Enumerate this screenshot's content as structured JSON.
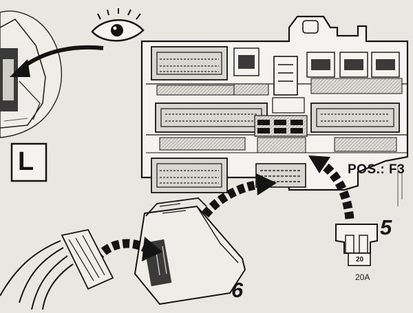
{
  "labels": {
    "view_letter": "L",
    "position": "POS.: F3",
    "step_fuse": "5",
    "step_connector": "6",
    "fuse_number": "20",
    "fuse_rating": "20A"
  },
  "colors": {
    "paper": "#e9e7e2",
    "ink": "#151515",
    "panel_fill": "#f4f3ef",
    "connector_fill": "#d9d7d1"
  },
  "icons": [
    "eye-icon",
    "arrow-icon"
  ]
}
